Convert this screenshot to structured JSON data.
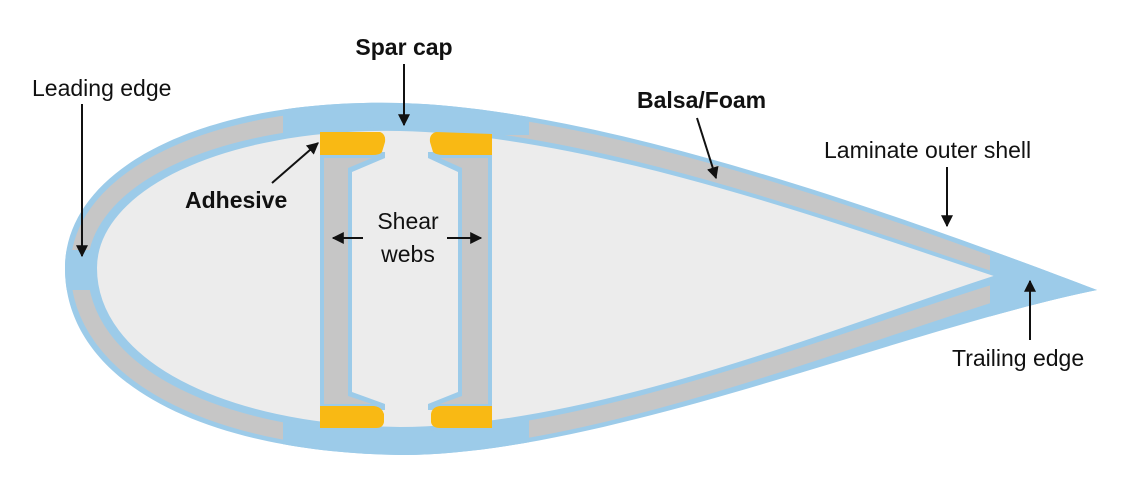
{
  "title": "Wind turbine blade cross-section",
  "labels": {
    "spar_cap": "Spar cap",
    "leading_edge": "Leading edge",
    "balsa_foam": "Balsa/Foam",
    "laminate_outer_shell": "Laminate outer shell",
    "adhesive": "Adhesive",
    "shear": "Shear",
    "webs": "webs",
    "trailing_edge": "Trailing edge"
  },
  "colors": {
    "laminate": "#9ccbe9",
    "core": "#c6c6c6",
    "interior": "#ececec",
    "adhesive": "#f9b914",
    "arrow": "#111111"
  }
}
